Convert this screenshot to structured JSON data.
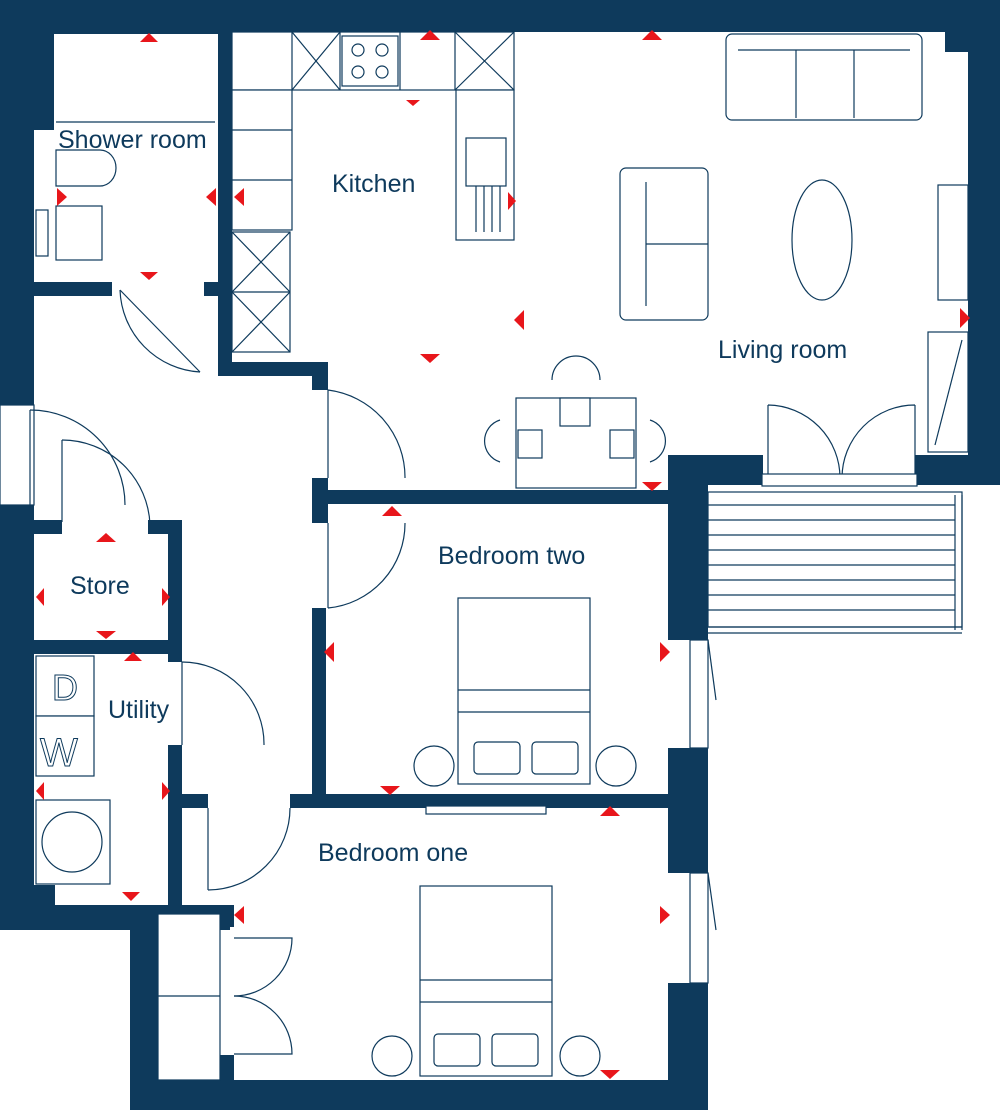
{
  "rooms": {
    "shower_room": "Shower room",
    "kitchen": "Kitchen",
    "living_room": "Living room",
    "bedroom_two": "Bedroom two",
    "store": "Store",
    "utility": "Utility",
    "bedroom_one": "Bedroom one"
  },
  "appliance_marks": {
    "dryer": "D",
    "washer": "W"
  },
  "colors": {
    "wall": "#0e3a5c",
    "marker": "#e8161b",
    "background": "#ffffff"
  }
}
